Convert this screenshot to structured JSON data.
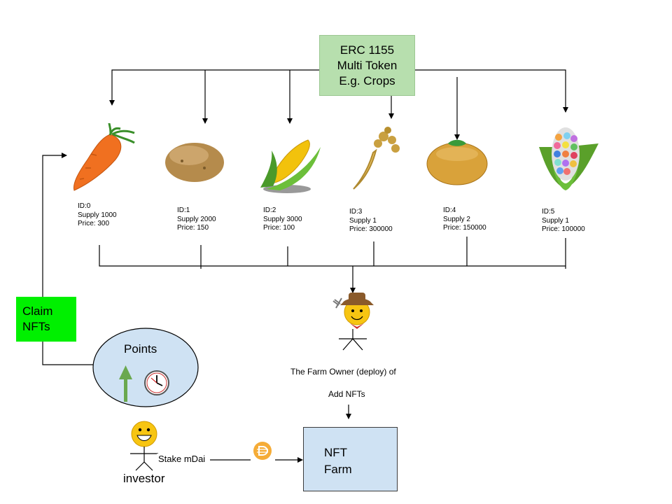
{
  "erc_box": {
    "line1": "ERC 1155",
    "line2": "Multi Token",
    "line3": "E.g. Crops"
  },
  "crops": [
    {
      "icon": "carrot-icon",
      "id": "ID:0",
      "supply": "Supply 1000",
      "price": "Price: 300"
    },
    {
      "icon": "potato-icon",
      "id": "ID:1",
      "supply": "Supply 2000",
      "price": "Price: 150"
    },
    {
      "icon": "corn-icon",
      "id": "ID:2",
      "supply": "Supply 3000",
      "price": "Price: 100"
    },
    {
      "icon": "parsnip-icon",
      "id": "ID:3",
      "supply": "Supply 1",
      "price": "Price: 300000"
    },
    {
      "icon": "melon-icon",
      "id": "ID:4",
      "supply": "Supply 2",
      "price": "Price: 150000"
    },
    {
      "icon": "rainbow-corn-icon",
      "id": "ID:5",
      "supply": "Supply 1",
      "price": "Price: 100000"
    }
  ],
  "claim_box": {
    "line1": "Claim",
    "line2": "NFTs"
  },
  "points": {
    "title": "Points"
  },
  "farm_owner": {
    "label": "The Farm Owner (deploy) of",
    "action": "Add NFTs"
  },
  "nft_farm": {
    "line1": "NFT",
    "line2": "Farm"
  },
  "investor": {
    "label": "investor",
    "action": "Stake mDai"
  },
  "colors": {
    "erc_box": "#b7dfae",
    "claim_box": "#00f000",
    "farm_box": "#cfe2f3",
    "points_ellipse": "#cfe2f3",
    "up_arrow": "#6aa84f"
  }
}
